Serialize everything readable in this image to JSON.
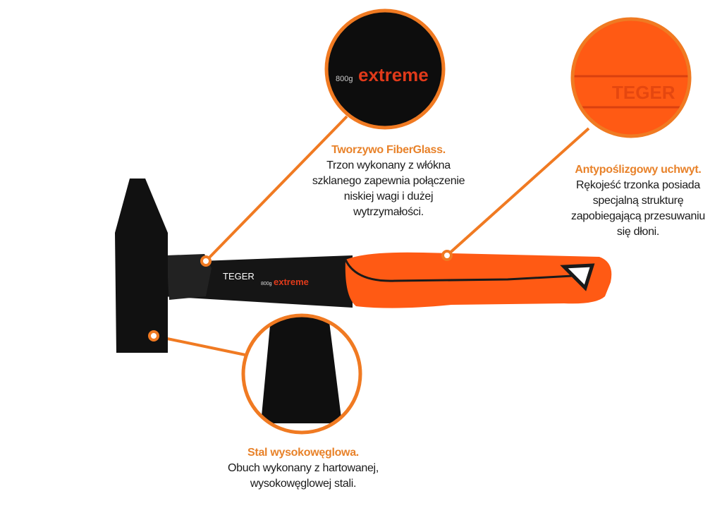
{
  "colors": {
    "accent": "#f07a22",
    "title": "#e8822a",
    "handle_black": "#151515",
    "grip_orange": "#ff5a14"
  },
  "hammer": {
    "brand": "TEGER",
    "weight": "800g",
    "model": "extreme"
  },
  "callouts": [
    {
      "title": "Tworzywo FiberGlass.",
      "lines": [
        "Trzon wykonany z włókna",
        "szklanego zapewnia połączenie",
        "niskiej wagi i dużej",
        "wytrzymałości."
      ]
    },
    {
      "title": "Antypoślizgowy uchwyt.",
      "lines": [
        "Rękojeść trzonka posiada",
        "specjalną strukturę",
        "zapobiegającą przesuwaniu",
        "się dłoni."
      ]
    },
    {
      "title": "Stal wysokowęglowa.",
      "lines": [
        "Obuch wykonany z hartowanej,",
        "wysokowęglowej stali."
      ]
    }
  ]
}
